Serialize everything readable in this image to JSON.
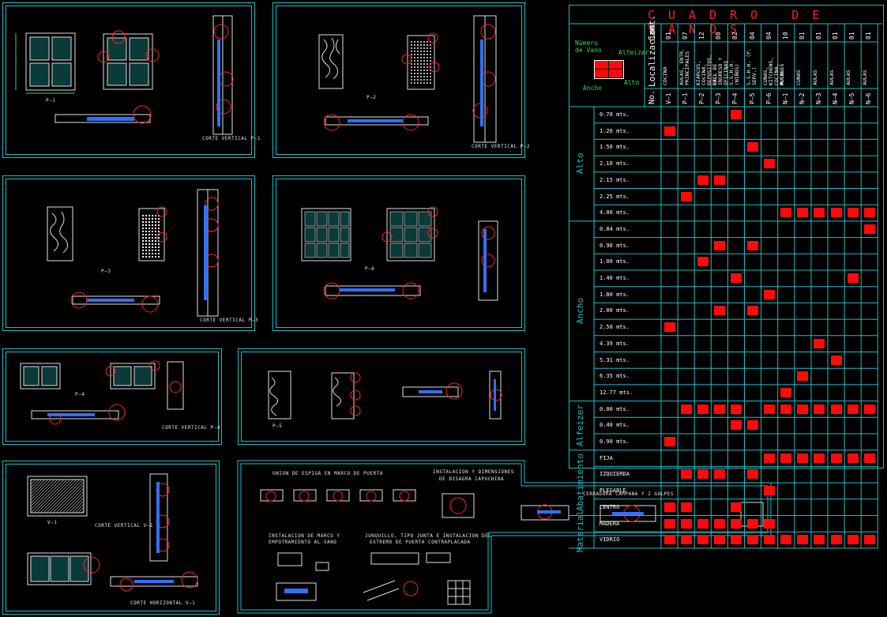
{
  "sheet": {
    "door_panels": [
      {
        "id": "P-1",
        "title": "P—1",
        "section_label": "CORTE VERTICAL P—1"
      },
      {
        "id": "P-2",
        "title": "P—2",
        "section_label": "CORTE VERTICAL P—2"
      },
      {
        "id": "P-3",
        "title": "P—3",
        "section_label": "CORTE VERTICAL P—3"
      },
      {
        "id": "P-6",
        "title": "P—6",
        "section_label": ""
      },
      {
        "id": "P-4",
        "title": "P—4",
        "section_label": "CORTE VERTICAL P—4"
      },
      {
        "id": "P-5",
        "title": "P—5",
        "section_label": ""
      },
      {
        "id": "V-1",
        "title": "V—1",
        "section_label": "CORTE VERTICAL V—1",
        "section_label_2": "CORTE HORIZONTAL V—1"
      }
    ],
    "details": {
      "union": "UNION DE ESPIGA EN MARCO DE PUERTA",
      "bisagra_1": "INSTALACION Y DIMENSIONES",
      "bisagra_2": "DE BISAGRA CAPUCHINA",
      "cerradura": "CERRADURA CAMPANA Y 2 GOLPES",
      "marco_1": "INSTALACION DE MARCO Y",
      "marco_2": "EMPOTRAMIENTO AL VANO",
      "junquillo_1": "JUNQUILLO, TIPO JUNTA E INSTALACION DEL",
      "junquillo_2": "EXTREMO DE PUERTA CONTRAPLACADA"
    }
  },
  "table": {
    "title": "CUADRO DE VANOS",
    "legend": {
      "numero_de_vano": "Número de Vano",
      "alfeizer": "Alfeizer",
      "ancho": "Ancho",
      "alto": "Alto"
    },
    "header": {
      "no": "No.",
      "localizacion": "Localizacion",
      "cant": "Cant."
    },
    "columns": [
      {
        "code": "V—1",
        "cant": "01",
        "loc": "COCINA"
      },
      {
        "code": "P—1",
        "cant": "07",
        "loc": "AULAS, ENTR. PRINCIPALES"
      },
      {
        "code": "P—2",
        "cant": "12",
        "loc": "KIARCOS, COCINA, DEPOSITOS, ETC."
      },
      {
        "code": "P—3",
        "cant": "08",
        "loc": "HALL DE INGRESO Y OFICINAS"
      },
      {
        "code": "P—4",
        "cant": "02",
        "loc": "S.S.H.H. (NIÑOS)"
      },
      {
        "code": "P—5",
        "cant": "04",
        "loc": "S.S.H.H. (P. SERV.)"
      },
      {
        "code": "P—6",
        "cant": "04",
        "loc": "CUNAS, KITCHENS, COCINA, MUEBLES"
      },
      {
        "code": "N—1",
        "cant": "10",
        "loc": "AULAS"
      },
      {
        "code": "N—2",
        "cant": "01",
        "loc": "CUNAS"
      },
      {
        "code": "N—3",
        "cant": "01",
        "loc": "AULAS"
      },
      {
        "code": "N—4",
        "cant": "01",
        "loc": "AULAS"
      },
      {
        "code": "N—5",
        "cant": "01",
        "loc": "AULAS"
      },
      {
        "code": "N—6",
        "cant": "01",
        "loc": "AULAS"
      }
    ],
    "groups": [
      {
        "name": "Alto",
        "rows": [
          "0.70 mts.",
          "1.20 mts.",
          "1.50 mts.",
          "2.10 mts.",
          "2.15 mts.",
          "2.25 mts.",
          "4.00 mts."
        ]
      },
      {
        "name": "Ancho",
        "rows": [
          "0.84 mts.",
          "0.90 mts.",
          "1.00 mts.",
          "1.40 mts.",
          "1.80 mts.",
          "2.00 mts.",
          "2.50 mts.",
          "4.39 mts.",
          "5.31 mts.",
          "6.35 mts.",
          "12.77 mts."
        ]
      },
      {
        "name": "Alfeizer",
        "rows": [
          "0.00 mts.",
          "0.40 mts.",
          "0.90 mts."
        ]
      },
      {
        "name": "Abatimiento",
        "rows": [
          "FIJA",
          "IZQUIERDA",
          "PLEGABLE",
          "CENTRO"
        ]
      },
      {
        "name": "Material",
        "rows": [
          "MADERA",
          "VIDRIO"
        ]
      }
    ],
    "marks": [
      [
        0,
        4
      ],
      [
        1,
        0
      ],
      [
        2,
        5
      ],
      [
        3,
        6
      ],
      [
        4,
        2
      ],
      [
        4,
        3
      ],
      [
        5,
        1
      ],
      [
        6,
        7
      ],
      [
        6,
        8
      ],
      [
        6,
        9
      ],
      [
        6,
        10
      ],
      [
        6,
        11
      ],
      [
        6,
        12
      ],
      [
        7,
        12
      ],
      [
        8,
        3
      ],
      [
        8,
        5
      ],
      [
        9,
        2
      ],
      [
        10,
        4
      ],
      [
        10,
        11
      ],
      [
        11,
        6
      ],
      [
        12,
        3
      ],
      [
        12,
        5
      ],
      [
        13,
        0
      ],
      [
        14,
        9
      ],
      [
        15,
        10
      ],
      [
        16,
        8
      ],
      [
        17,
        7
      ],
      [
        18,
        1
      ],
      [
        18,
        2
      ],
      [
        18,
        3
      ],
      [
        18,
        4
      ],
      [
        18,
        6
      ],
      [
        18,
        7
      ],
      [
        18,
        8
      ],
      [
        18,
        9
      ],
      [
        18,
        10
      ],
      [
        18,
        11
      ],
      [
        18,
        12
      ],
      [
        19,
        4
      ],
      [
        19,
        5
      ],
      [
        20,
        0
      ],
      [
        21,
        6
      ],
      [
        21,
        7
      ],
      [
        21,
        8
      ],
      [
        21,
        9
      ],
      [
        21,
        10
      ],
      [
        21,
        11
      ],
      [
        21,
        12
      ],
      [
        22,
        1
      ],
      [
        22,
        2
      ],
      [
        22,
        3
      ],
      [
        22,
        5
      ],
      [
        23,
        6
      ],
      [
        24,
        0
      ],
      [
        24,
        1
      ],
      [
        24,
        4
      ],
      [
        25,
        0
      ],
      [
        25,
        1
      ],
      [
        25,
        2
      ],
      [
        25,
        3
      ],
      [
        25,
        4
      ],
      [
        25,
        5
      ],
      [
        25,
        6
      ],
      [
        26,
        0
      ],
      [
        26,
        1
      ],
      [
        26,
        2
      ],
      [
        26,
        3
      ],
      [
        26,
        4
      ],
      [
        26,
        5
      ],
      [
        26,
        6
      ],
      [
        26,
        7
      ],
      [
        26,
        8
      ],
      [
        26,
        9
      ],
      [
        26,
        10
      ],
      [
        26,
        11
      ],
      [
        26,
        12
      ]
    ],
    "colors": {
      "grid": "#18c0c8",
      "mark": "#ff0a0a",
      "title": "#ff2020"
    }
  }
}
